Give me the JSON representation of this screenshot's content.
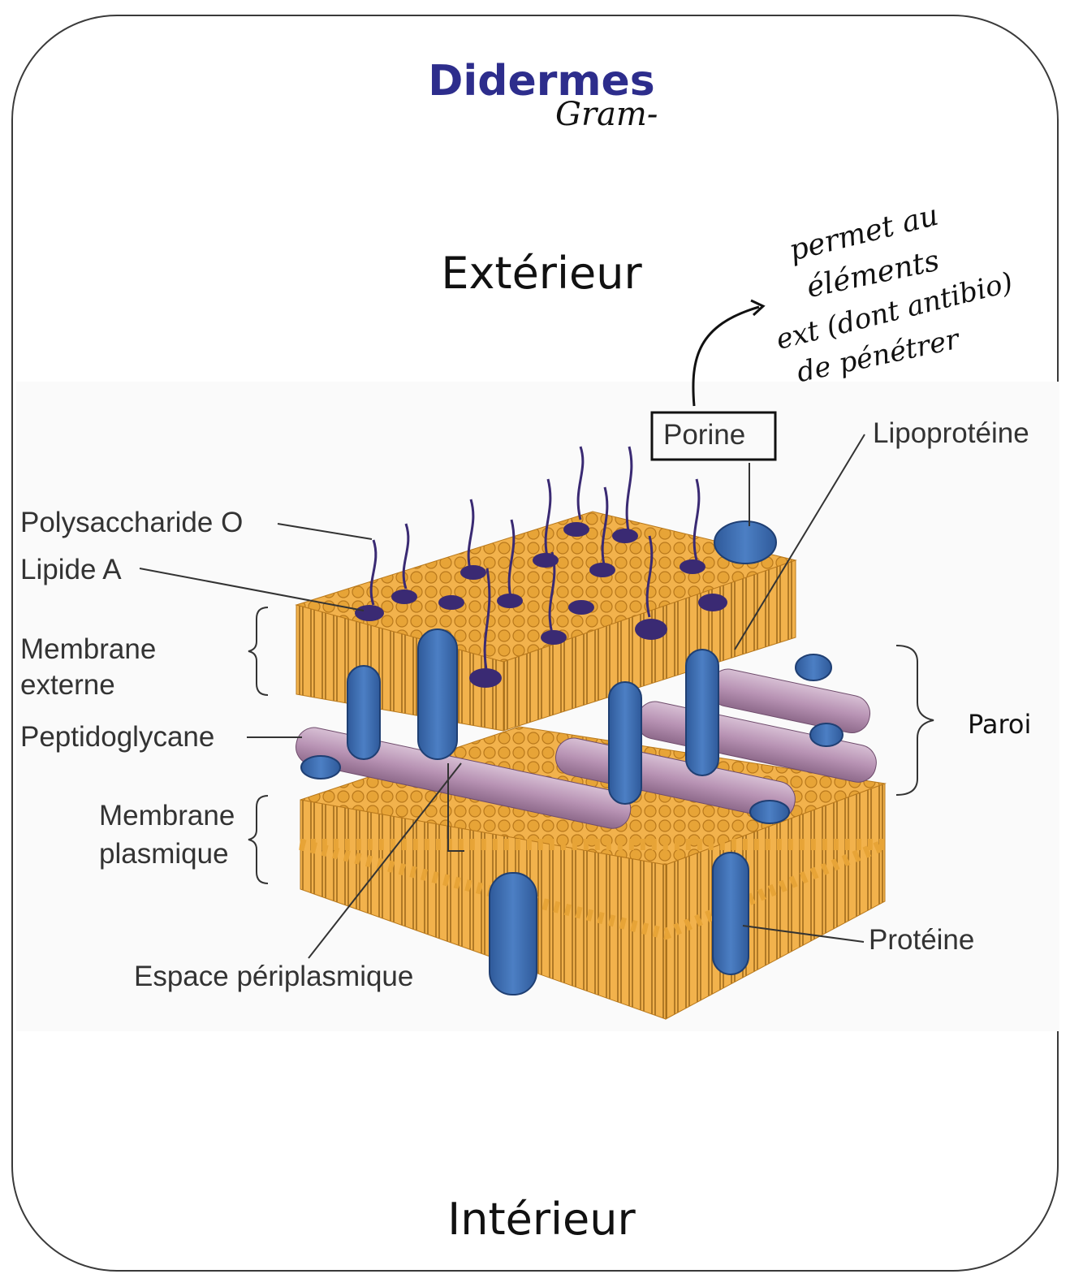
{
  "title": "Didermes",
  "subtitle_handwritten": "Gram-",
  "top_side": "Extérieur",
  "bottom_side": "Intérieur",
  "annotation_handwritten": [
    "permet au",
    "éléments",
    "ext (dont antibio)",
    "de pénétrer"
  ],
  "labels": {
    "porine": "Porine",
    "lipoproteine": "Lipoprotéine",
    "polysaccharide": "Polysaccharide O",
    "lipide_a": "Lipide A",
    "membrane_externe": [
      "Membrane",
      "externe"
    ],
    "peptidoglycane": "Peptidoglycane",
    "membrane_plasmique": [
      "Membrane",
      "plasmique"
    ],
    "espace_periplasmique": "Espace périplasmique",
    "proteine": "Protéine",
    "paroi": "Paroi"
  },
  "colors": {
    "title": "#2d2d8c",
    "membrane": "#f2b24c",
    "lipid_head": "#e7a437",
    "protein": "#3f6fb3",
    "peptidoglycan": "#b893b4",
    "lps": "#3a2a73"
  }
}
